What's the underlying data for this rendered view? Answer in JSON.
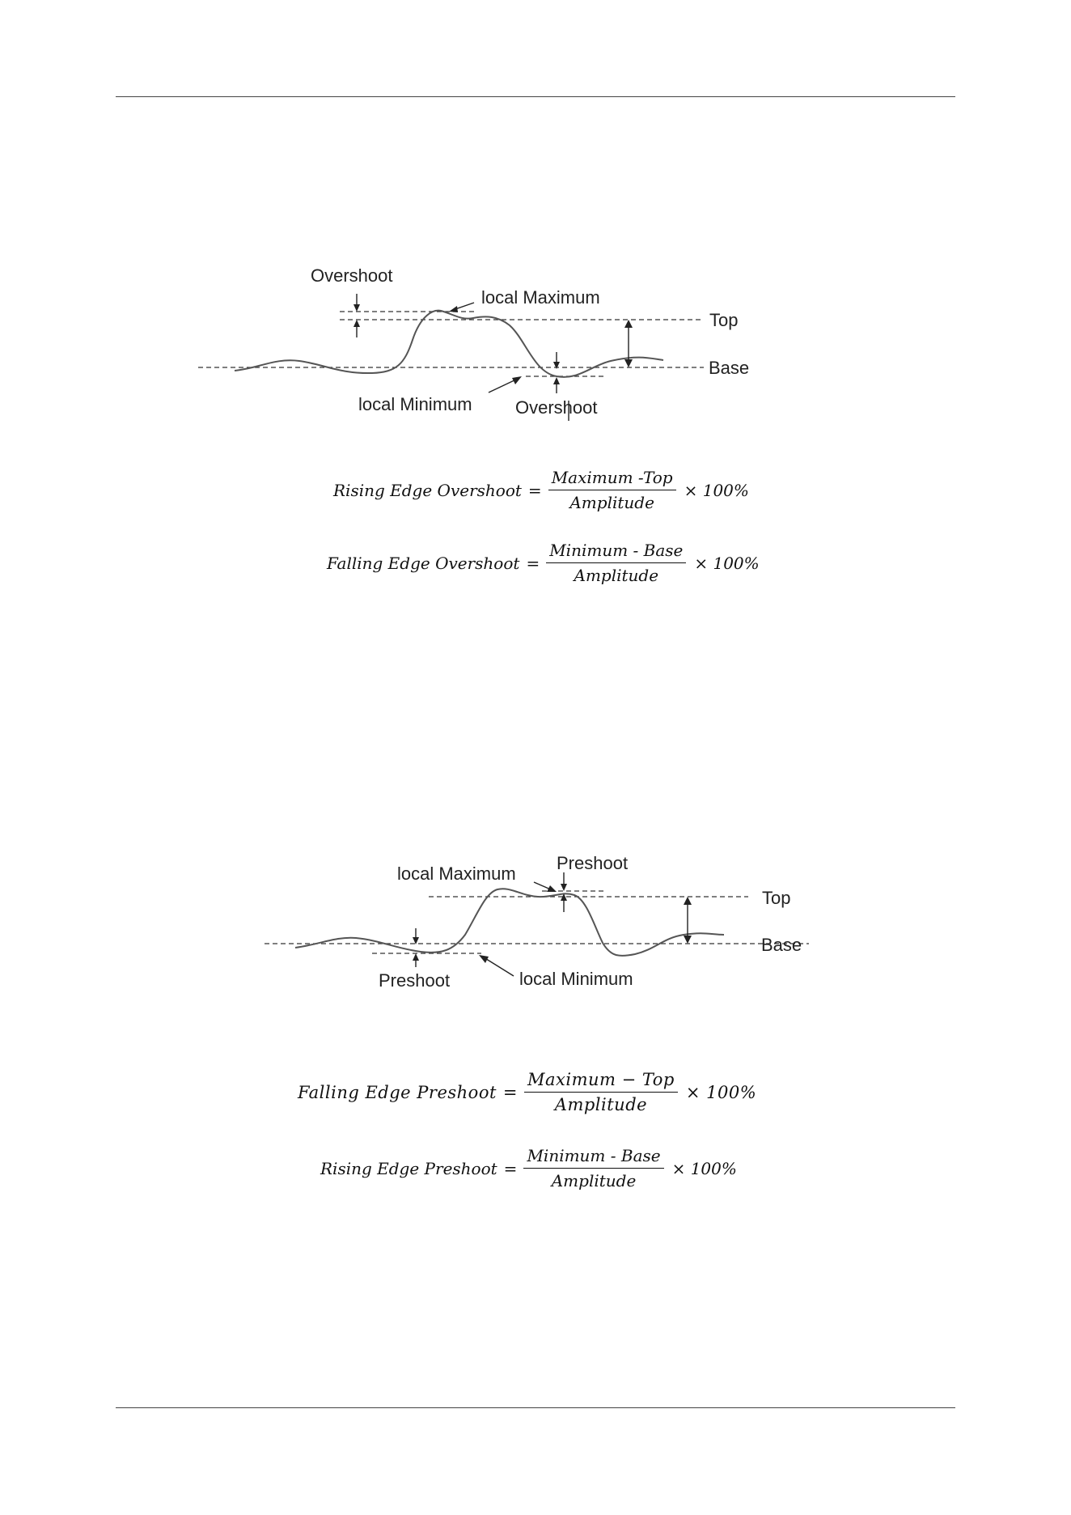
{
  "diagram_1": {
    "label_overshoot_top": "Overshoot",
    "label_local_maximum": "local Maximum",
    "label_top": "Top",
    "label_base": "Base",
    "label_local_minimum": "local Minimum",
    "label_overshoot_bottom": "Overshoot"
  },
  "diagram_2": {
    "label_preshoot_top": "Preshoot",
    "label_local_maximum": "local Maximum",
    "label_top": "Top",
    "label_base": "Base",
    "label_preshoot_bottom": "Preshoot",
    "label_local_minimum": "local Minimum"
  },
  "formulas": {
    "rising_overshoot": {
      "lhs": "Rising Edge Overshoot",
      "eq": "=",
      "numerator": "Maximum -Top",
      "denominator": "Amplitude",
      "multiplier": "× 100%"
    },
    "falling_overshoot": {
      "lhs": "Falling Edge Overshoot",
      "eq": "=",
      "numerator": "Minimum - Base",
      "denominator": "Amplitude",
      "multiplier": "× 100%"
    },
    "falling_preshoot": {
      "lhs": "Falling Edge Preshoot",
      "eq": "=",
      "numerator": "Maximum − Top",
      "denominator": "Amplitude",
      "multiplier": "× 100%"
    },
    "rising_preshoot": {
      "lhs": "Rising Edge Preshoot",
      "eq": "=",
      "numerator": "Minimum - Base",
      "denominator": "Amplitude",
      "multiplier": "× 100%"
    }
  }
}
